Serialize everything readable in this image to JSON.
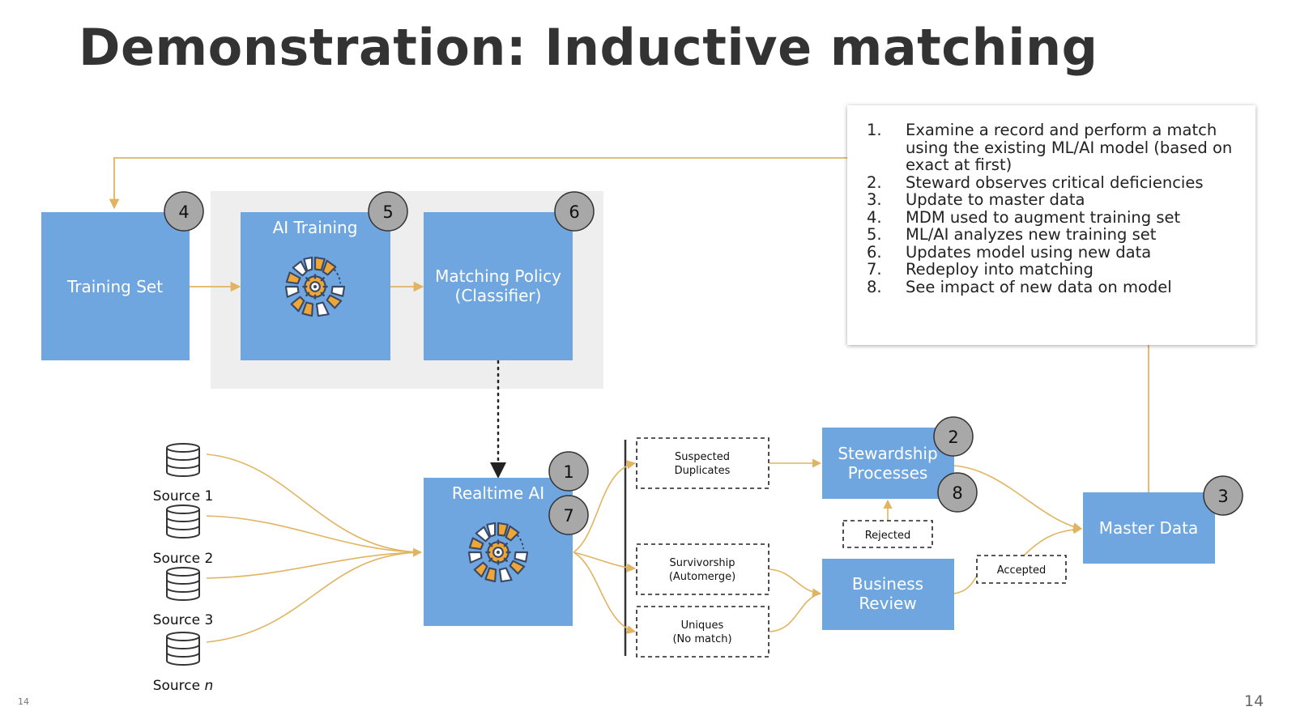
{
  "slide": {
    "title": "Demonstration: Inductive matching",
    "page_number_left": "14",
    "page_number_right": "14"
  },
  "colors": {
    "box_blue": "#6fa6e0",
    "connector_gold": "#e0b461",
    "badge_gray": "#a8a8a8",
    "group_bg": "#eeeeee",
    "gear_orange": "#efa635",
    "gear_dark": "#3a4a66"
  },
  "boxes": {
    "training_set": "Training Set",
    "ai_training": "AI Training",
    "matching_policy_line1": "Matching Policy",
    "matching_policy_line2": "(Classifier)",
    "realtime_ai": "Realtime AI",
    "stewardship_line1": "Stewardship",
    "stewardship_line2": "Processes",
    "business_review_line1": "Business",
    "business_review_line2": "Review",
    "master_data": "Master Data"
  },
  "outcomes": {
    "suspected_line1": "Suspected",
    "suspected_line2": "Duplicates",
    "survivorship_line1": "Survivorship",
    "survivorship_line2": "(Automerge)",
    "uniques_line1": "Uniques",
    "uniques_line2": "(No match)",
    "rejected": "Rejected",
    "accepted": "Accepted"
  },
  "badges": {
    "b1": "1",
    "b2": "2",
    "b3": "3",
    "b4": "4",
    "b5": "5",
    "b6": "6",
    "b7": "7",
    "b8": "8"
  },
  "sources": {
    "source1": "Source 1",
    "source2": "Source 2",
    "source3": "Source 3",
    "source_n_prefix": "Source ",
    "source_n_var": "n"
  },
  "icons": {
    "database": "database-icon",
    "ai_gear": "ai-gear-icon"
  },
  "steps": [
    {
      "num": "1.",
      "text": "Examine a record and perform a match using the existing ML/AI model (based on exact at first)"
    },
    {
      "num": "2.",
      "text": "Steward observes critical deficiencies"
    },
    {
      "num": "3.",
      "text": "Update to master data"
    },
    {
      "num": "4.",
      "text": "MDM used to augment training set"
    },
    {
      "num": "5.",
      "text": "ML/AI analyzes new training set"
    },
    {
      "num": "6.",
      "text": "Updates model using new data"
    },
    {
      "num": "7.",
      "text": "Redeploy into matching"
    },
    {
      "num": "8.",
      "text": "See impact of new data on model"
    }
  ]
}
